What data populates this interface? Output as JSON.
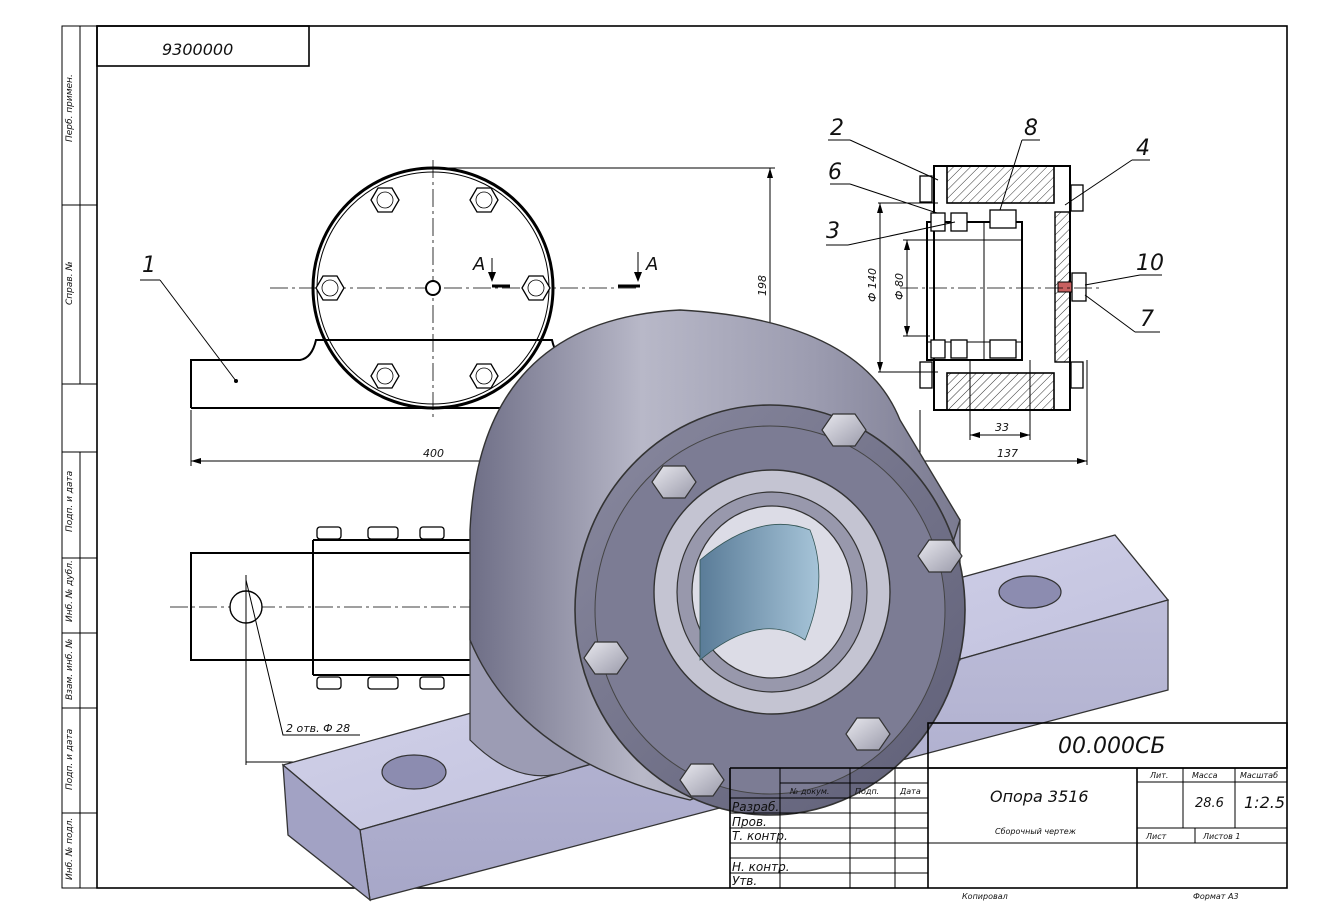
{
  "drawing": {
    "top_code": "9300000",
    "sidebar_labels": [
      "Перб. примен.",
      "Справ. №",
      "Подп. и дата",
      "Инб. № дубл.",
      "Взам. инб. №",
      "Подп. и дата",
      "Инб. № подл."
    ],
    "part_labels": {
      "p1": "1",
      "p2": "2",
      "p3": "3",
      "p4": "4",
      "p6": "6",
      "p7": "7",
      "p8": "8",
      "p10": "10"
    },
    "section_marks": {
      "left": "A",
      "right": "A"
    },
    "dimensions": {
      "width_400": "400",
      "height_198": "198",
      "dia_140": "Ф 140",
      "dia_80": "Ф 80",
      "width_33": "33",
      "width_137": "137",
      "holes_note": "2 отв. Ф 28"
    },
    "title_block": {
      "designation": "00.000СБ",
      "name": "Опора 3516",
      "doc_type": "Сборочный чертеж",
      "lit_label": "Лит.",
      "mass_label": "Масса",
      "scale_label": "Масштаб",
      "mass_value": "28.6",
      "scale_value": "1:2.5",
      "sheet_label": "Лист",
      "sheets_label": "Листов 1",
      "sign_label": "Подп.",
      "date_label": "Дата",
      "doc_no_label": "№ докум.",
      "row_razrab": "Разраб.",
      "row_prov": "Пров.",
      "row_tkontr": "Т. контр.",
      "row_nkontr": "Н. контр.",
      "row_utv": "Утв.",
      "copied": "Копировал",
      "format": "Формат А3"
    }
  }
}
